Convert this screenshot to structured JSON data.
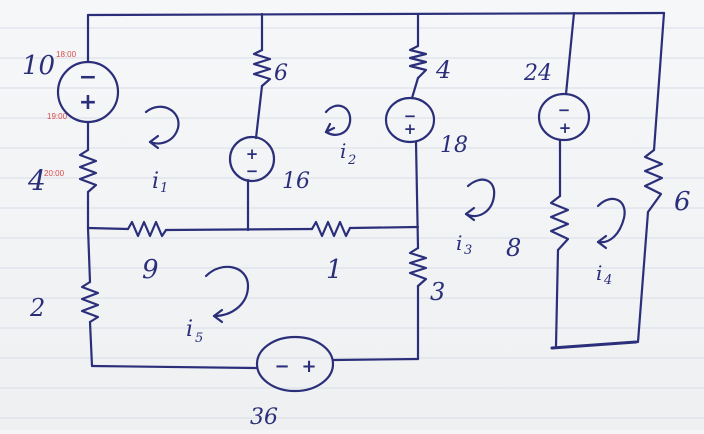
{
  "margin_numbers": [
    "18:00",
    "19:00",
    "20:00"
  ],
  "sources": {
    "v10": {
      "value": "10",
      "top_sign": "−",
      "bottom_sign": "+"
    },
    "v16": {
      "value": "16",
      "top_sign": "+",
      "bottom_sign": "−"
    },
    "v18": {
      "value": "18",
      "top_sign": "−",
      "bottom_sign": "+"
    },
    "v24": {
      "value": "24",
      "top_sign": "−",
      "bottom_sign": "+"
    },
    "v36": {
      "value": "36",
      "left_sign": "−",
      "right_sign": "+"
    }
  },
  "resistors": {
    "r4_left": "4",
    "r6_top": "6",
    "r4_top": "4",
    "r9": "9",
    "r1": "1",
    "r2": "2",
    "r3": "3",
    "r8": "8",
    "r6_right": "6"
  },
  "mesh_currents": {
    "i1": {
      "letter": "i",
      "sub": "1"
    },
    "i2": {
      "letter": "i",
      "sub": "2"
    },
    "i3": {
      "letter": "i",
      "sub": "3"
    },
    "i4": {
      "letter": "i",
      "sub": "4"
    },
    "i5": {
      "letter": "i",
      "sub": "5"
    }
  }
}
